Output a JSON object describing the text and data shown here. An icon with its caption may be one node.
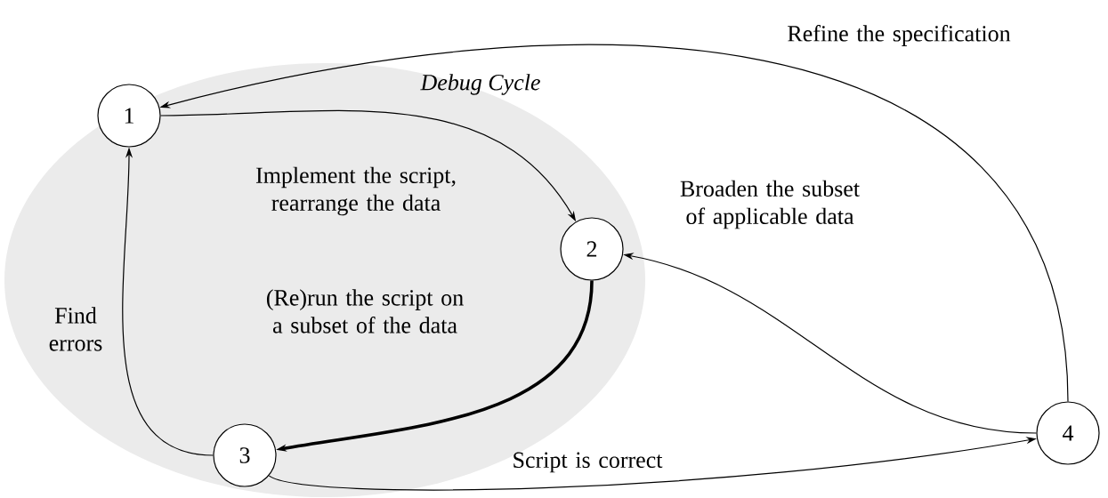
{
  "diagram": {
    "nodes": [
      {
        "text": [
          "Debug Cycle"
        ]
      },
      {
        "text": [
          "1"
        ],
        "in": 0
      },
      {
        "text": [
          "2"
        ],
        "in": 0
      },
      {
        "text": [
          "3"
        ],
        "in": 0
      },
      {
        "text": [
          "4"
        ]
      }
    ],
    "edges": [
      {
        "from": 1,
        "to": 2,
        "arrow": "to",
        "label": "Implement the script, rearrange the data"
      },
      {
        "from": 2,
        "to": 3,
        "arrow": "to",
        "style": "thick",
        "label": "(Re)run the script on a subset of the data"
      },
      {
        "from": 3,
        "to": 1,
        "arrow": "to",
        "label": "Find errors"
      },
      {
        "from": 3,
        "to": 4,
        "arrow": "to",
        "label": "Script is correct"
      },
      {
        "from": 4,
        "to": 2,
        "arrow": "to",
        "label": "Broaden the subset of applicable data"
      },
      {
        "from": 4,
        "to": 1,
        "arrow": "to",
        "label": "Refine the specification"
      }
    ]
  }
}
